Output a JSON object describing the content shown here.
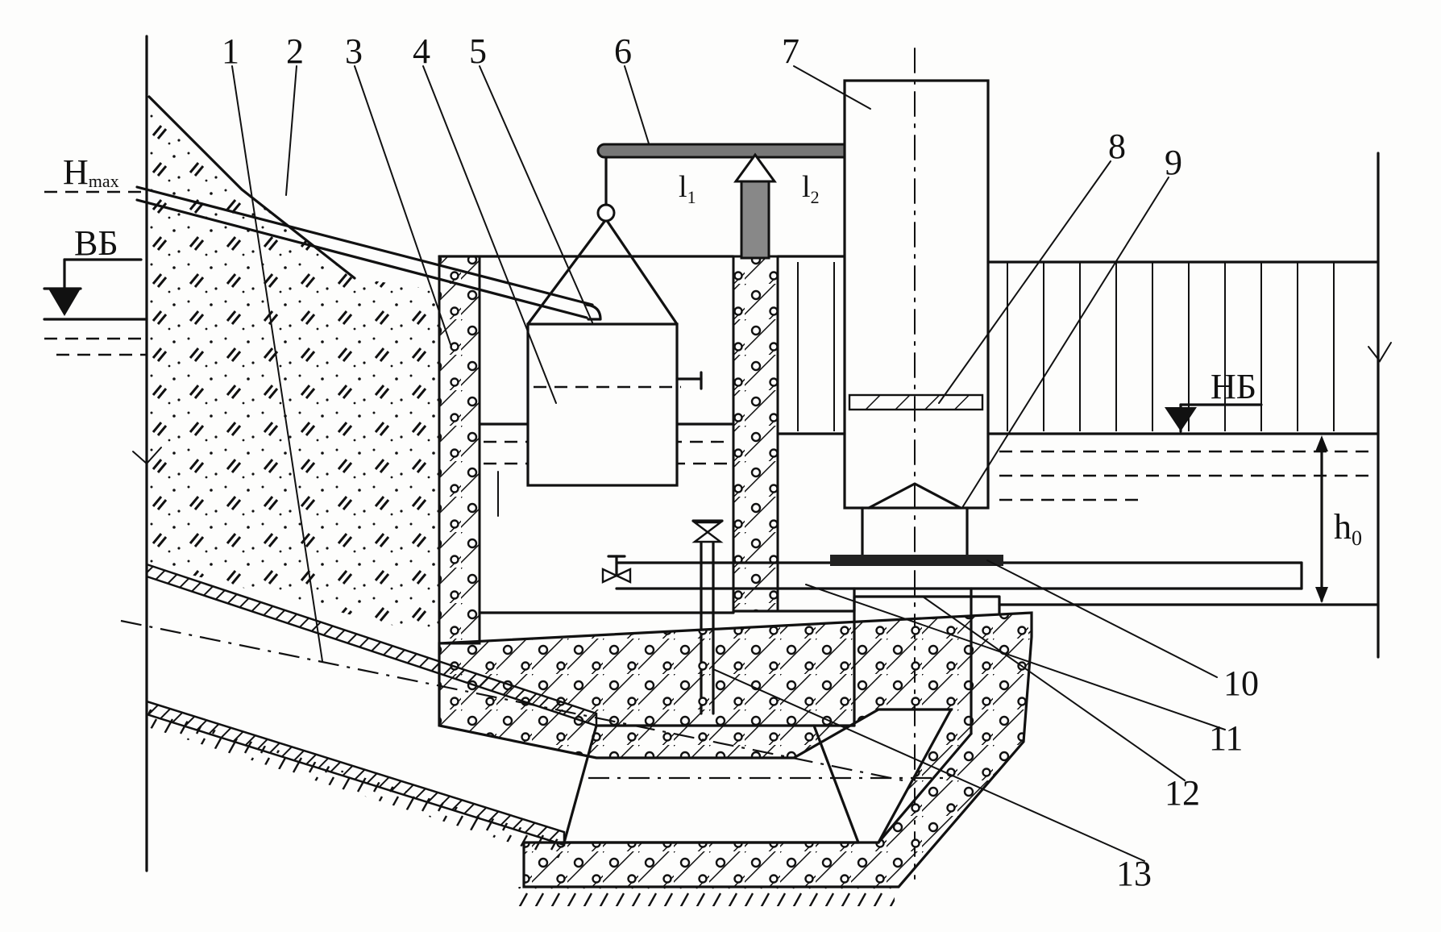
{
  "diagram": {
    "callouts": [
      "1",
      "2",
      "3",
      "4",
      "5",
      "6",
      "7",
      "8",
      "9",
      "10",
      "11",
      "12",
      "13"
    ],
    "levels": {
      "h_max": {
        "main": "H",
        "sub": "max"
      },
      "upstream": "ВБ",
      "downstream": "НБ",
      "depth": {
        "main": "h",
        "sub": "0"
      }
    },
    "lever_arms": {
      "l1": {
        "main": "l",
        "sub": "1"
      },
      "l2": {
        "main": "l",
        "sub": "2"
      }
    }
  }
}
